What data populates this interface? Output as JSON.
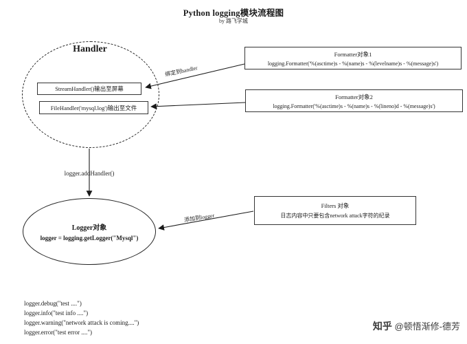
{
  "title": "Python logging模块流程图",
  "subtitle": "by 路飞学城",
  "colors": {
    "line": "#1a1a1a",
    "background": "#ffffff"
  },
  "handler": {
    "label": "Handler",
    "stream_box": "StreamHandler()输出至屏幕",
    "file_box": "FileHandler('mysql.log')输出至文件"
  },
  "formatter1": {
    "title": "Formatter对象1",
    "code": "logging.Formatter('%(asctime)s - %(name)s - %(levelname)s - %(message)s')"
  },
  "formatter2": {
    "title": "Formatter对象2",
    "code": "logging.Formatter('%(asctime)s - %(name)s - %(lineno)d - %(message)s')"
  },
  "logger": {
    "title": "Logger对象",
    "code": "logger = logging.getLogger(\"Mysql\")"
  },
  "filters": {
    "title": "Filters 对象",
    "desc": "日志内容中只要包含network attack字符的纪录"
  },
  "arrow_labels": {
    "bind_to_handler": "绑定到handler",
    "add_handler": "logger.addHandler()",
    "add_to_logger": "添加到logger"
  },
  "code_lines": [
    "logger.debug(\"test ....\")",
    "logger.info(\"test info ....\")",
    "logger.warning(\"network attack is coming....\")",
    "logger.error(\"test error ....\")"
  ],
  "watermark": {
    "logo": "知乎",
    "handle": "@顿悟渐修-德芳"
  }
}
